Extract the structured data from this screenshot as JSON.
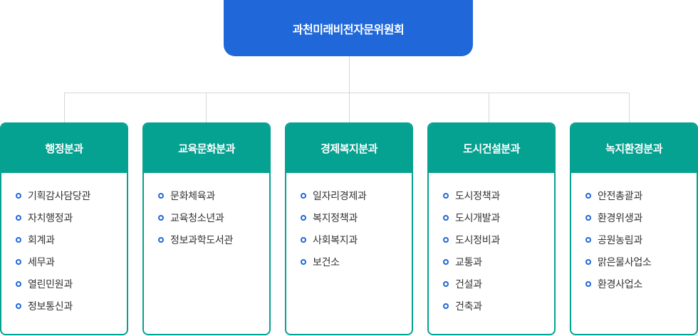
{
  "root": {
    "title": "과천미래비전자문위원회"
  },
  "departments": [
    {
      "title": "행정분과",
      "items": [
        "기획감사담당관",
        "자치행정과",
        "회계과",
        "세무과",
        "열린민원과",
        "정보통신과"
      ]
    },
    {
      "title": "교육문화분과",
      "items": [
        "문화체육과",
        "교육청소년과",
        "정보과학도서관"
      ]
    },
    {
      "title": "경제복지분과",
      "items": [
        "일자리경제과",
        "복지정책과",
        "사회복지과",
        "보건소"
      ]
    },
    {
      "title": "도시건설분과",
      "items": [
        "도시정책과",
        "도시개발과",
        "도시정비과",
        "교통과",
        "건설과",
        "건축과"
      ]
    },
    {
      "title": "녹지환경분과",
      "items": [
        "안전총괄과",
        "환경위생과",
        "공원농림과",
        "맑은물사업소",
        "환경사업소"
      ]
    }
  ],
  "colors": {
    "root_bg": "#2067d9",
    "dept_accent": "#05a191",
    "bullet": "#2067d9",
    "connector": "#d6d6d6"
  }
}
